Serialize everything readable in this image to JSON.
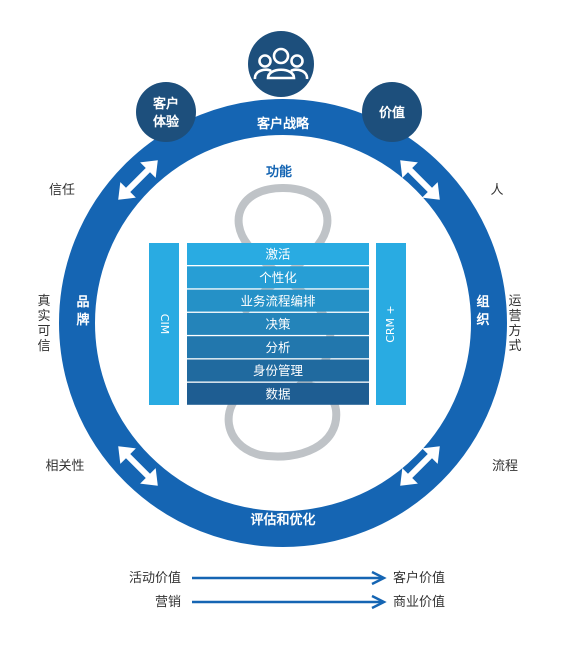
{
  "ring": {
    "top": "客户战略",
    "bottom": "评估和优化",
    "left": "品牌",
    "right": "组织"
  },
  "bubbles": {
    "left": "客户体验",
    "right": "价值",
    "people_icon": "people-group-icon"
  },
  "outer_labels": {
    "top_left": "信任",
    "top_right": "人",
    "mid_left": "真实可信",
    "mid_right": "运营方式",
    "bottom_left": "相关性",
    "bottom_right": "流程"
  },
  "inner": {
    "title": "功能",
    "stack": [
      "激活",
      "个性化",
      "业务流程编排",
      "决策",
      "分析",
      "身份管理",
      "数据"
    ],
    "left_bar": "CIM",
    "right_bar": "CRM +"
  },
  "flows": [
    {
      "from": "活动价值",
      "to": "客户价值"
    },
    {
      "from": "营销",
      "to": "商业价值"
    }
  ],
  "colors": {
    "ring": "#1565b3",
    "navy": "#1d4f7c",
    "cyan_bar": "#29abe2",
    "gray_loop": "#bfc3c7",
    "text": "#333333",
    "arrow": "#1565b3",
    "stack_top": "#29abe2",
    "stack_bottom": "#1e5d92"
  }
}
